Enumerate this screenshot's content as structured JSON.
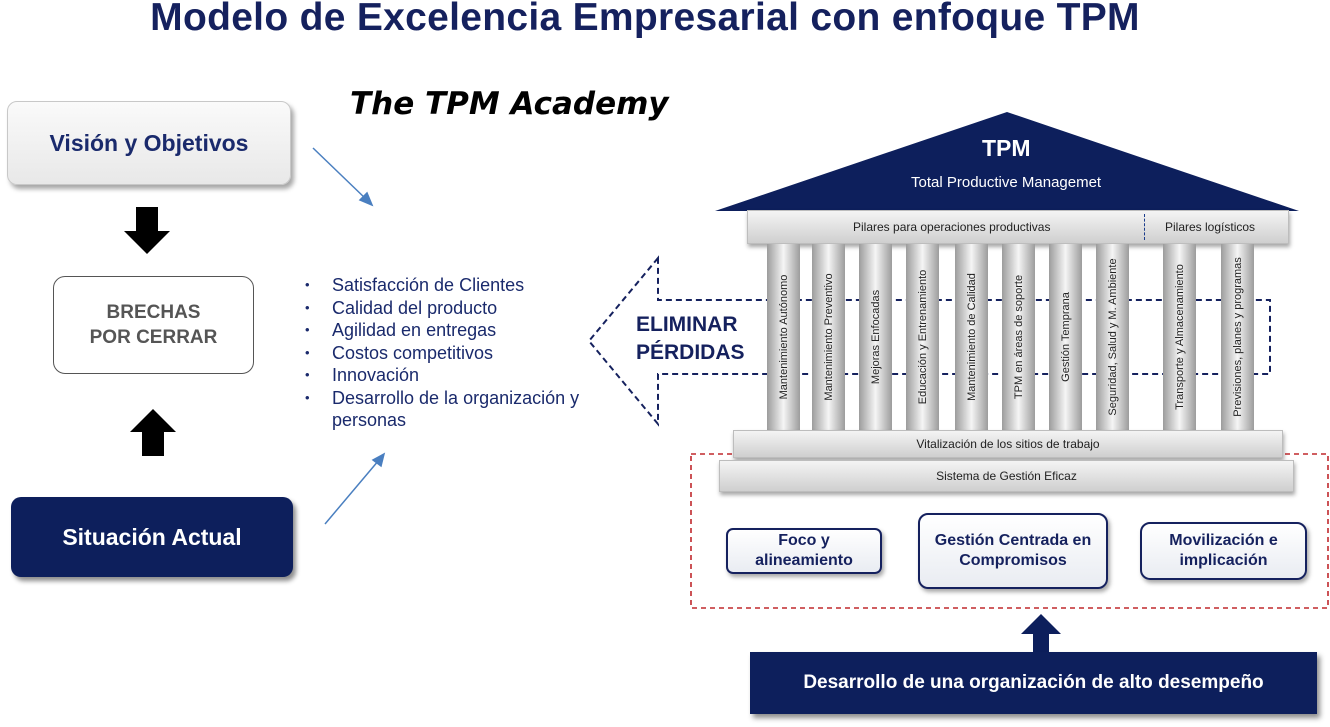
{
  "title": "Modelo de Excelencia Empresarial con enfoque TPM",
  "academy": "The TPM Academy",
  "left": {
    "vision": "Visión y Objetivos",
    "brechas_line1": "BRECHAS",
    "brechas_line2": "POR CERRAR",
    "situacion": "Situación Actual"
  },
  "bullets": [
    "Satisfacción de Clientes",
    "Calidad del producto",
    "Agilidad en entregas",
    "Costos competitivos",
    "Innovación",
    "Desarrollo de la organización y personas"
  ],
  "eliminar": {
    "line1": "ELIMINAR",
    "line2": "PÉRDIDAS"
  },
  "temple": {
    "title": "TPM",
    "subtitle": "Total Productive Managemet",
    "beam_left": "Pilares para operaciones productivas",
    "beam_right": "Pilares logísticos",
    "pillars": [
      "Mantenimiento Autónomo",
      "Mantenimiento Preventivo",
      "Mejoras Enfocadas",
      "Educación y Entrenamiento",
      "Mantenimiento de Calidad",
      "TPM en áreas de soporte",
      "Gestión Temprana",
      "Seguridad, Salud y M. Ambiente",
      "Transporte y Almacenamiento",
      "Previsiones, planes y programas"
    ],
    "base1": "Vitalización de los sitios de trabajo",
    "base2": "Sistema de Gestión Eficaz"
  },
  "foundation": {
    "foco": "Foco y alineamiento",
    "gestion": "Gestión Centrada en Compromisos",
    "movilizacion": "Movilización e implicación"
  },
  "bottom_banner": "Desarrollo de una organización de alto desempeño",
  "colors": {
    "navy": "#0d1f5c",
    "title_blue": "#15215e",
    "dashed_red": "#c0282d",
    "arrow_blue": "#4a7fc0"
  }
}
